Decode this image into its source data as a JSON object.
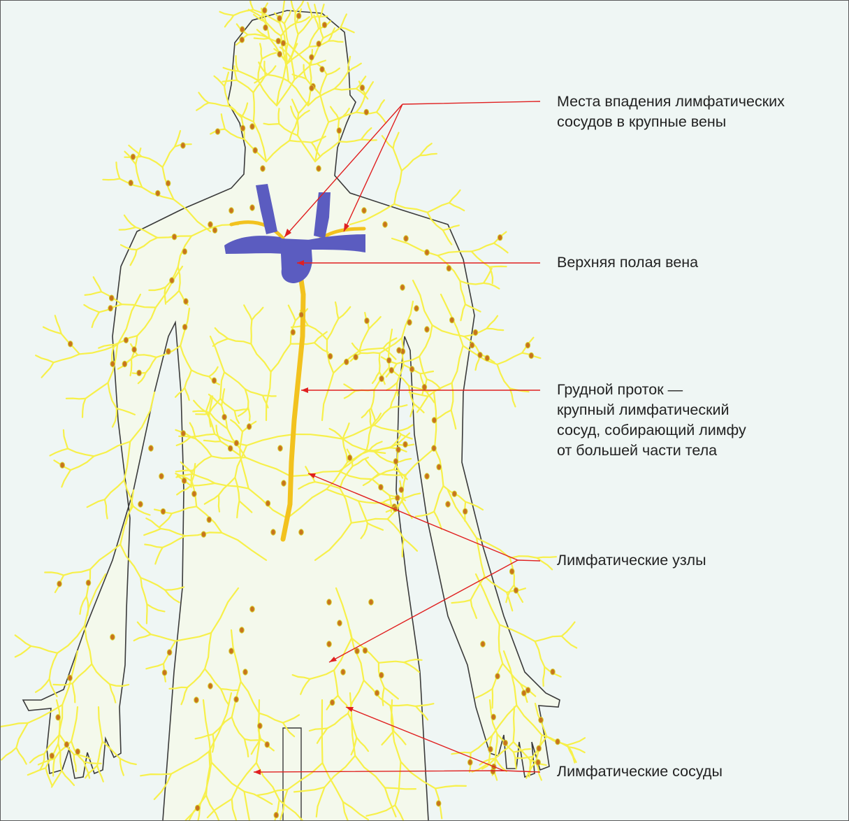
{
  "colors": {
    "background": "#eff6f4",
    "border": "#5a5a5a",
    "body_outline": "#3a3a3a",
    "lymph_vessel": "#f7f04a",
    "thoracic_duct": "#f2c21e",
    "lymph_node": "#c8741e",
    "vein": "#5b5cc0",
    "leader_line": "#e02020",
    "text": "#222222"
  },
  "labels": {
    "vein_inflow": [
      "Места впадения лимфатических",
      "сосудов в крупные вены"
    ],
    "superior_vena_cava": "Верхняя полая вена",
    "thoracic_duct": [
      "Грудной проток —",
      "крупный лимфатический",
      "сосуд, собирающий лимфу",
      "от большей части тела"
    ],
    "lymph_nodes": "Лимфатические узлы",
    "lymph_vessels": "Лимфатические сосуды"
  }
}
